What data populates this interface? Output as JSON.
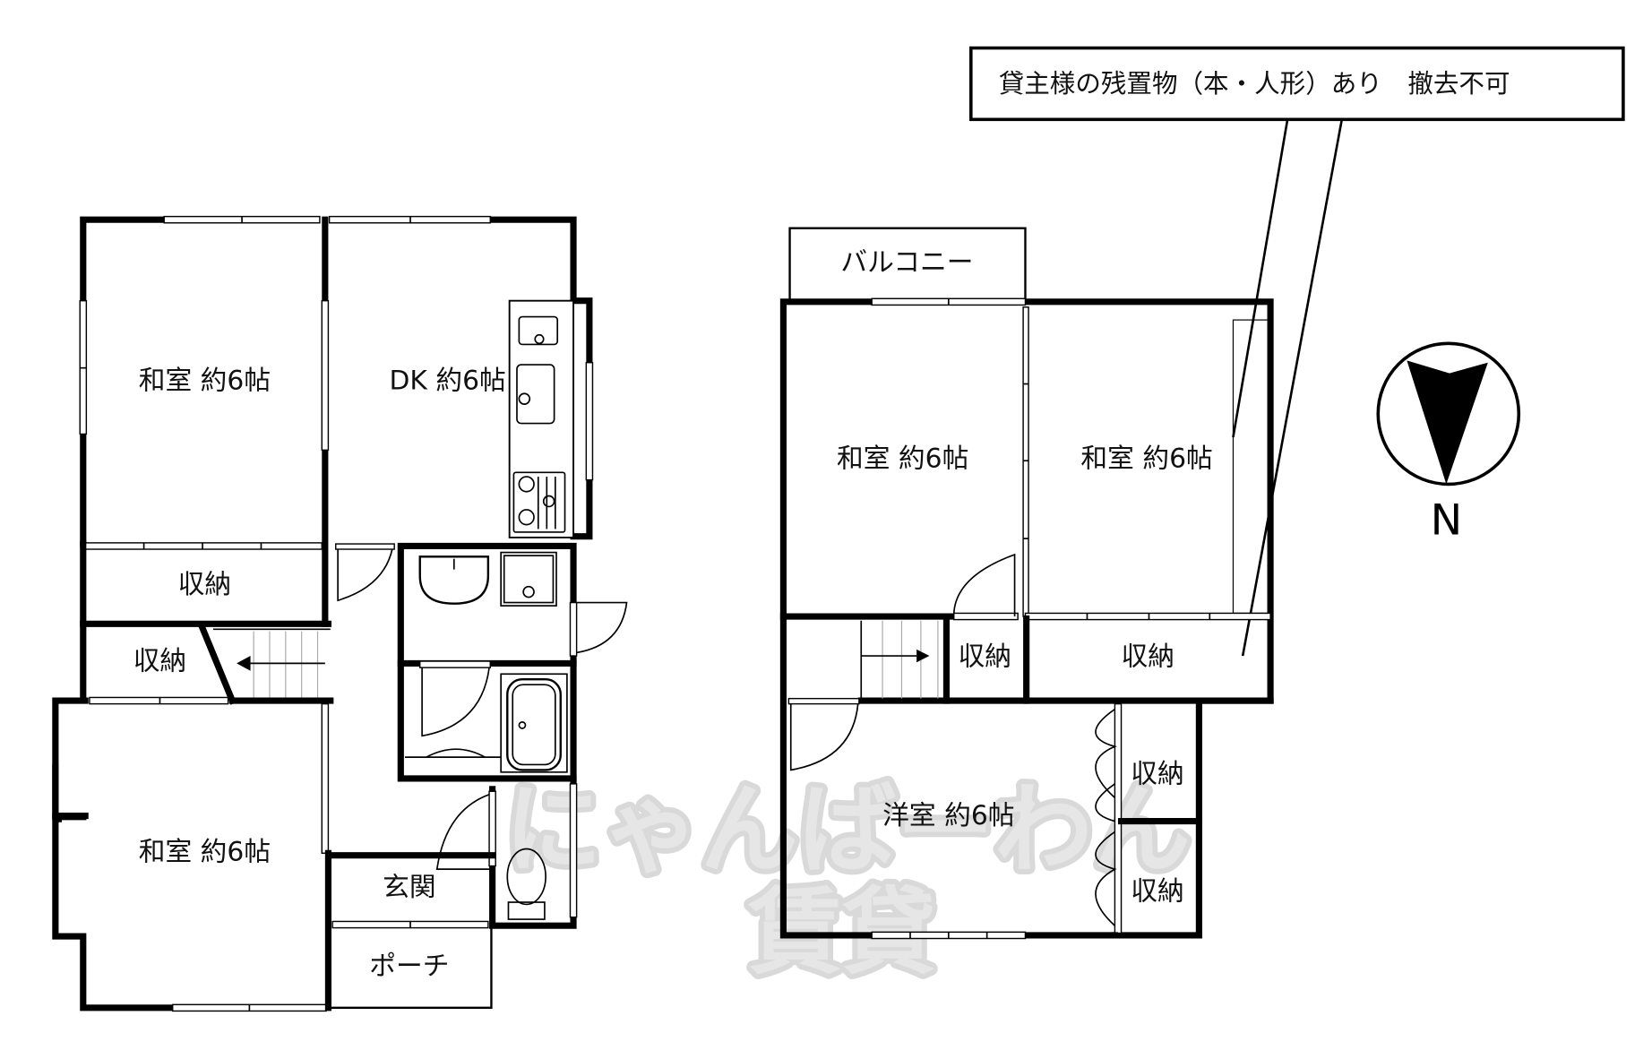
{
  "note": {
    "text": "貸主様の残置物（本・人形）あり　撤去不可"
  },
  "floor1": {
    "rooms": {
      "washitsu_top": "和室 約6帖",
      "dk": "DK 約6帖",
      "storage_1": "収納",
      "storage_2": "収納",
      "washitsu_bottom": "和室 約6帖",
      "entrance": "玄関",
      "porch": "ポーチ"
    }
  },
  "floor2": {
    "rooms": {
      "balcony": "バルコニー",
      "washitsu_left": "和室 約6帖",
      "washitsu_right": "和室 約6帖",
      "storage_small": "収納",
      "storage_wide": "収納",
      "yoshitsu": "洋室 約6帖",
      "storage_upper": "収納",
      "storage_lower": "収納"
    }
  },
  "compass": {
    "label": "N"
  },
  "watermark": {
    "line1": "にゃんばーわん",
    "line2": "賃貸",
    "color": "#e6e6e6"
  }
}
